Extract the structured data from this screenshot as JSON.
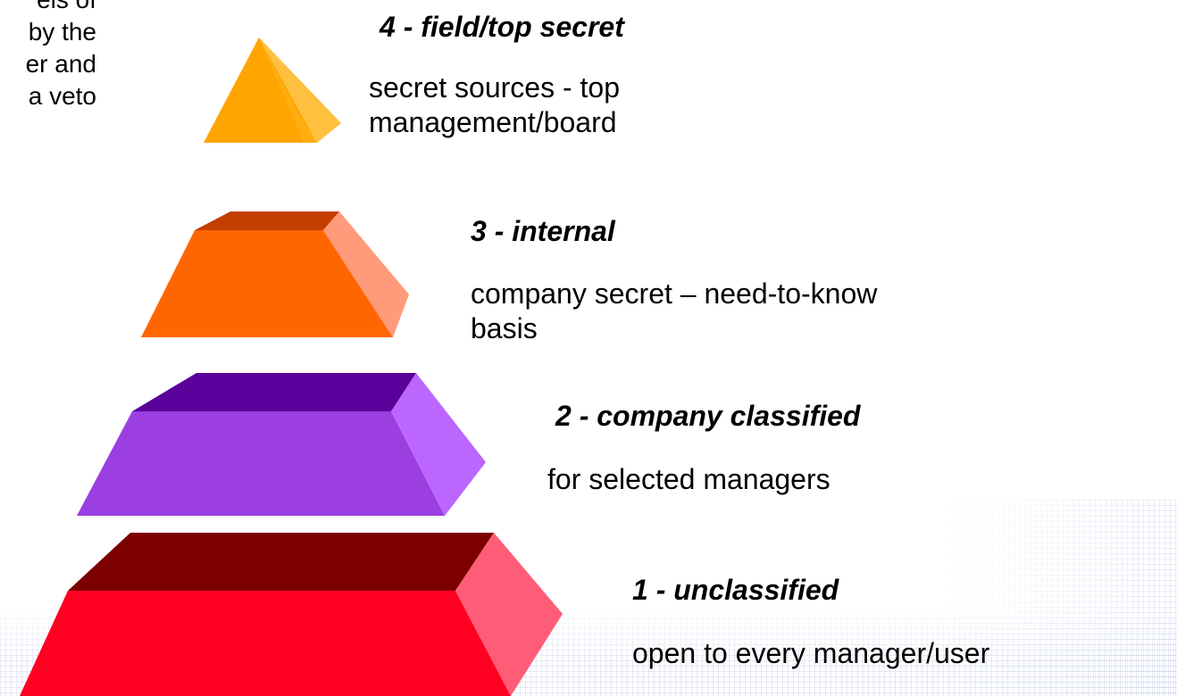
{
  "intro_fragment": {
    "lines": [
      "els of",
      "by the",
      "er and",
      "a veto"
    ]
  },
  "levels": [
    {
      "number": 4,
      "title": "4 - field/top secret",
      "description_lines": [
        "secret sources - top",
        "management/board"
      ],
      "colors": {
        "front": "#FFA500",
        "side": "#FFC040",
        "shade": "#E08A00"
      }
    },
    {
      "number": 3,
      "title": "3 - internal",
      "description_lines": [
        "company secret – need-to-know",
        "basis"
      ],
      "colors": {
        "front": "#FF6600",
        "side": "#FF9A7A",
        "top": "#C43E00"
      }
    },
    {
      "number": 2,
      "title": "2 - company classified",
      "description_lines": [
        "for selected managers"
      ],
      "colors": {
        "front": "#9B3FE0",
        "side": "#BB66FF",
        "top": "#5A009B"
      }
    },
    {
      "number": 1,
      "title": "1 - unclassified",
      "description_lines": [
        "open to every manager/user"
      ],
      "colors": {
        "front": "#FF0022",
        "side": "#FF5C78",
        "top": "#7D0000"
      }
    }
  ]
}
